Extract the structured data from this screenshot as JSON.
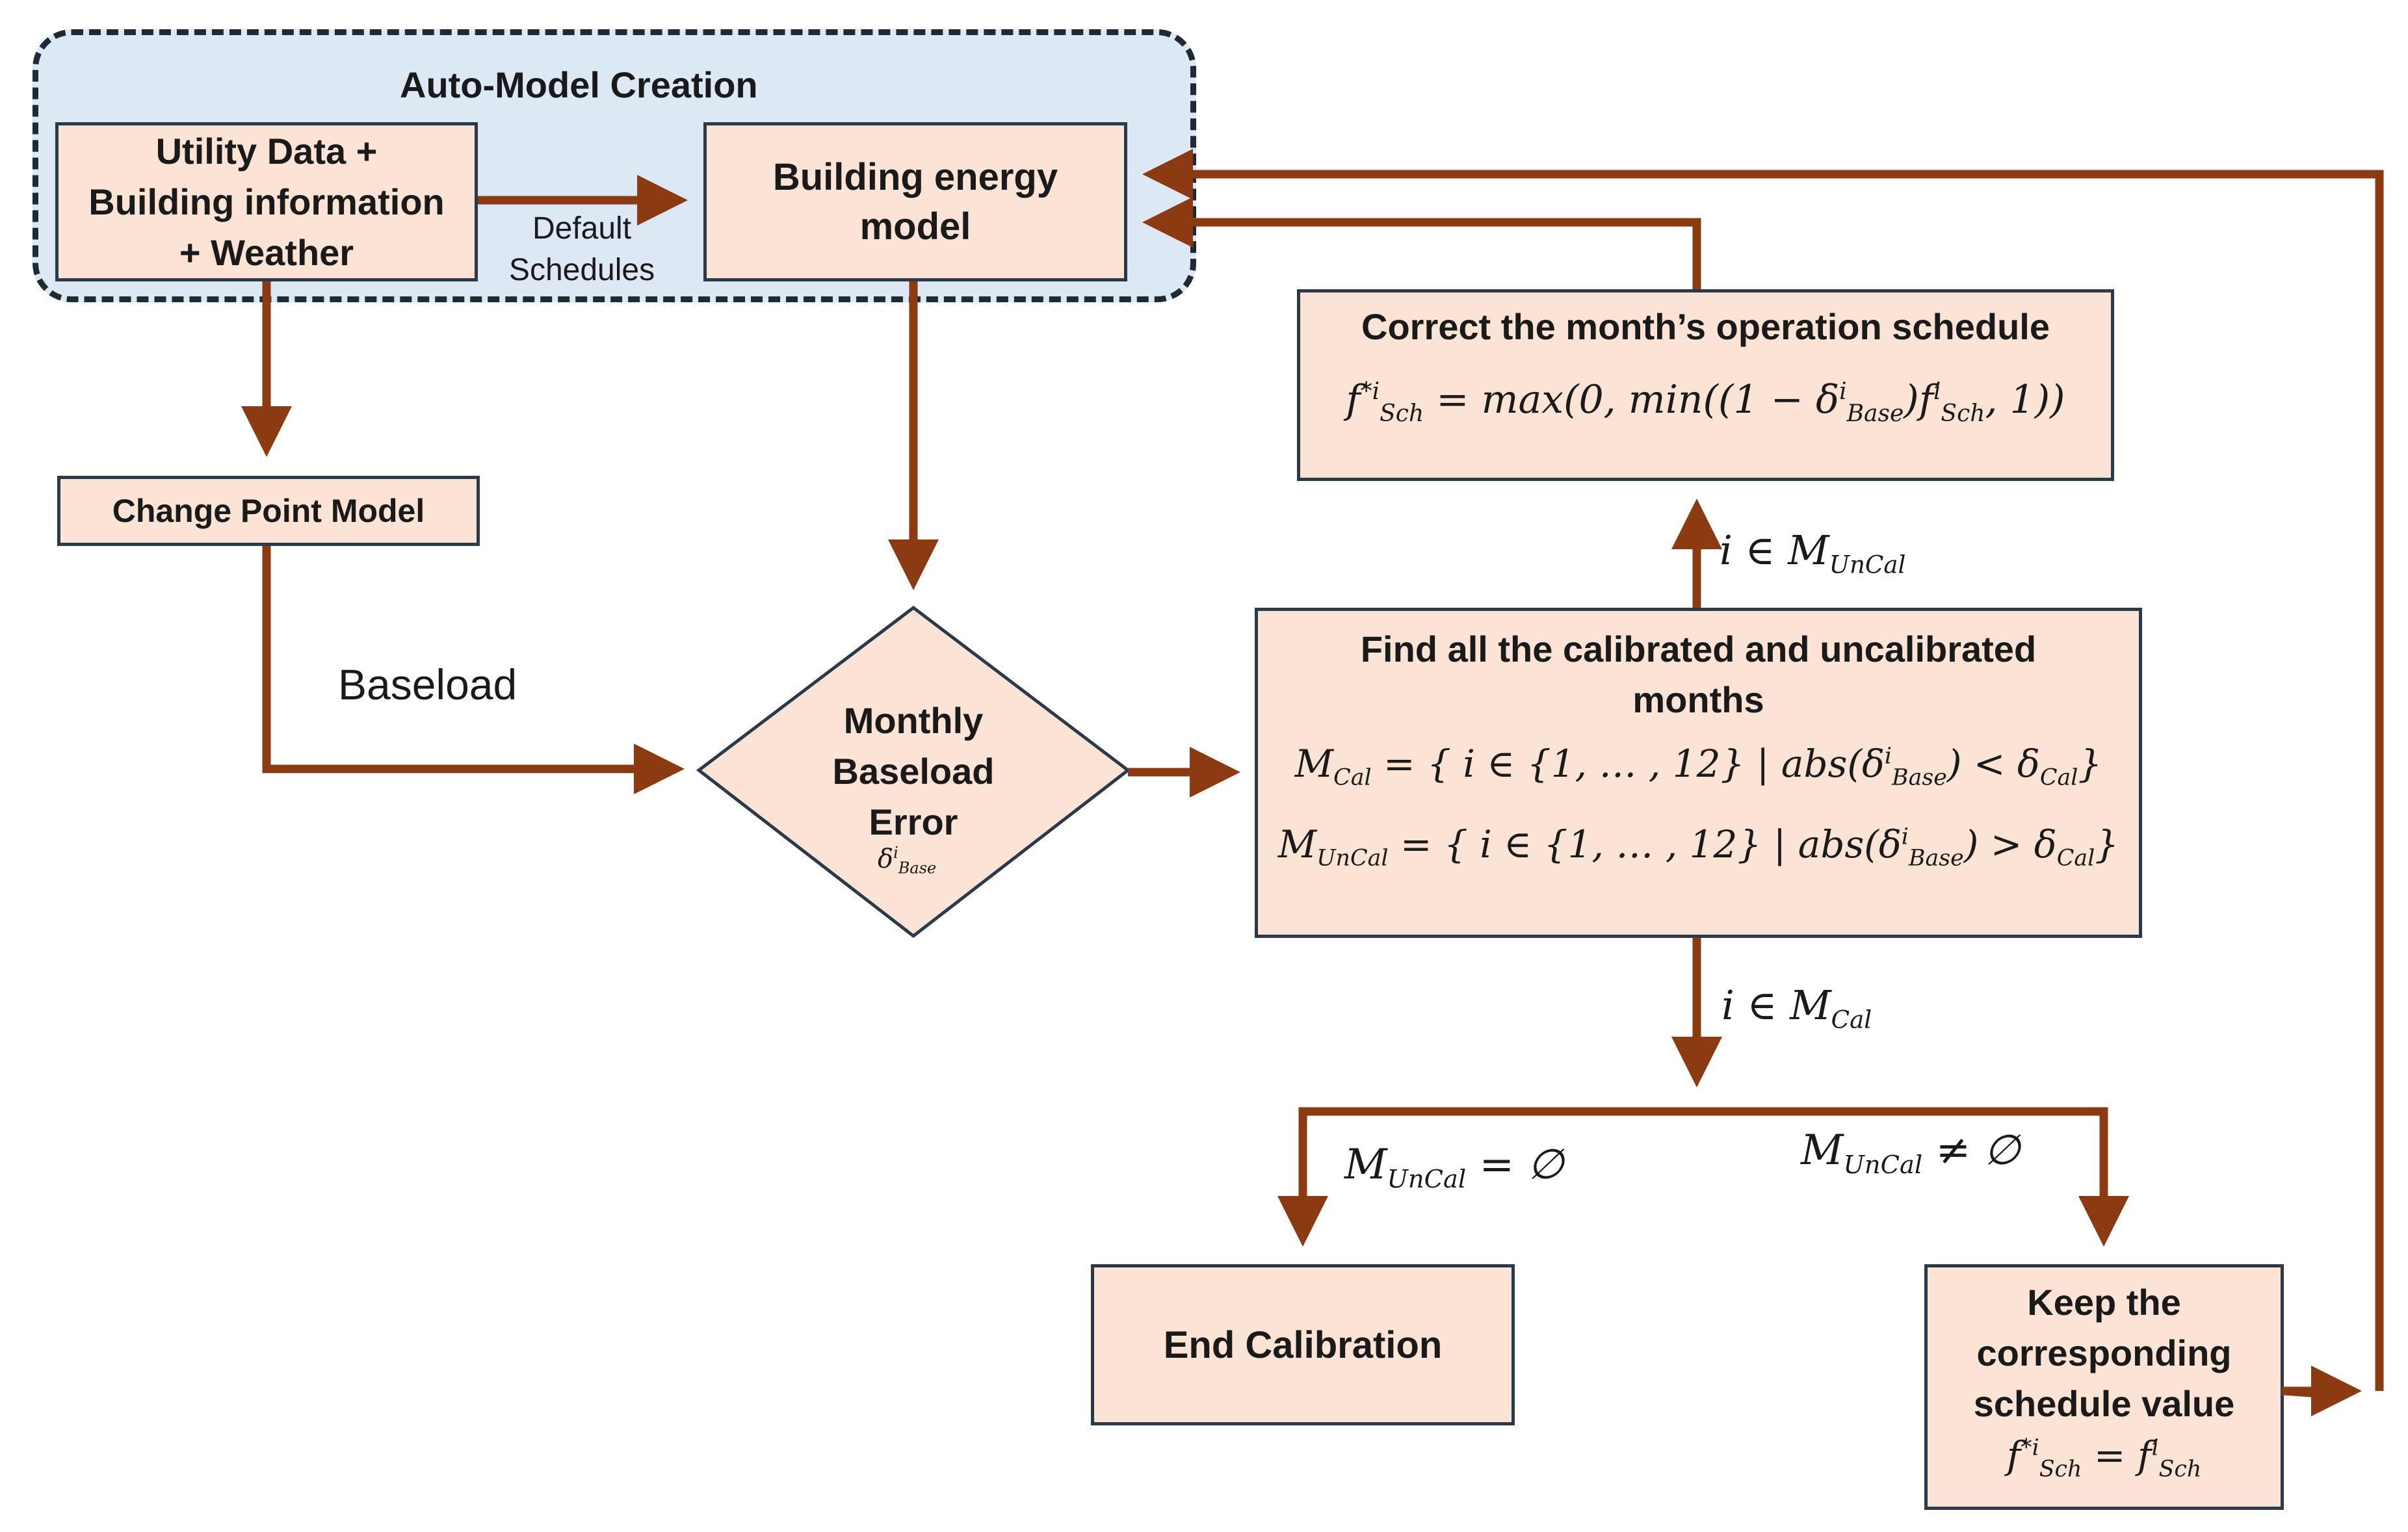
{
  "group": {
    "title": "Auto-Model Creation"
  },
  "nodes": {
    "utility": {
      "line1": "Utility Data +",
      "line2": "Building information",
      "line3": "+ Weather"
    },
    "building_model": {
      "line1": "Building energy",
      "line2": "model"
    },
    "change_point": {
      "label": "Change Point Model"
    },
    "decision": {
      "line1": "Monthly",
      "line2": "Baseload",
      "line3": "Error",
      "symbol": "δ",
      "sup": "i",
      "sub": "Base"
    },
    "correct": {
      "title": "Correct the month’s operation schedule",
      "formula": {
        "lhs": "f",
        "lhs_sup": "*i",
        "lhs_sub": "Sch",
        "rhs_a": " = max(0, min((1 − δ",
        "rhs_sup1": "i",
        "rhs_sub1": "Base",
        "rhs_b": ")f",
        "rhs_sup2": "i",
        "rhs_sub2": "Sch",
        "rhs_c": ", 1))"
      }
    },
    "find": {
      "line1": "Find all the calibrated and uncalibrated",
      "line2": "months",
      "formula1": {
        "a": "M",
        "a_sub": "Cal",
        "b": " = { i ∈ {1, … , 12} | abs(δ",
        "b_sup": "i",
        "b_sub": "Base",
        "c": ") < δ",
        "c_sub": "Cal",
        "d": "}"
      },
      "formula2": {
        "a": "M",
        "a_sub": "UnCal",
        "b": " = { i ∈ {1, … , 12} | abs(δ",
        "b_sup": "i",
        "b_sub": "Base",
        "c": ") > δ",
        "c_sub": "Cal",
        "d": "}"
      }
    },
    "end": {
      "label": "End Calibration"
    },
    "keep": {
      "line1": "Keep the",
      "line2": "corresponding",
      "line3": "schedule value",
      "formula": {
        "a": "f",
        "a_sup": "*i",
        "a_sub": "Sch",
        "b": " = f",
        "b_sup": "i",
        "b_sub": "Sch"
      }
    }
  },
  "edge_labels": {
    "default_schedules_1": "Default",
    "default_schedules_2": "Schedules",
    "baseload": "Baseload",
    "uncal_up": {
      "pre": "i ∈ M",
      "sub": "UnCal"
    },
    "cal_down": {
      "pre": "i ∈ M",
      "sub": "Cal"
    },
    "empty": {
      "pre": "M",
      "sub": "UnCal",
      "post": " = ∅"
    },
    "not_empty": {
      "pre": "M",
      "sub": "UnCal",
      "post": " ≠ ∅"
    }
  },
  "colors": {
    "arrow": "#8b3a12",
    "box_fill": "#fbe3d5",
    "box_border": "#2b3a4a",
    "group_fill": "#dce8f4"
  }
}
